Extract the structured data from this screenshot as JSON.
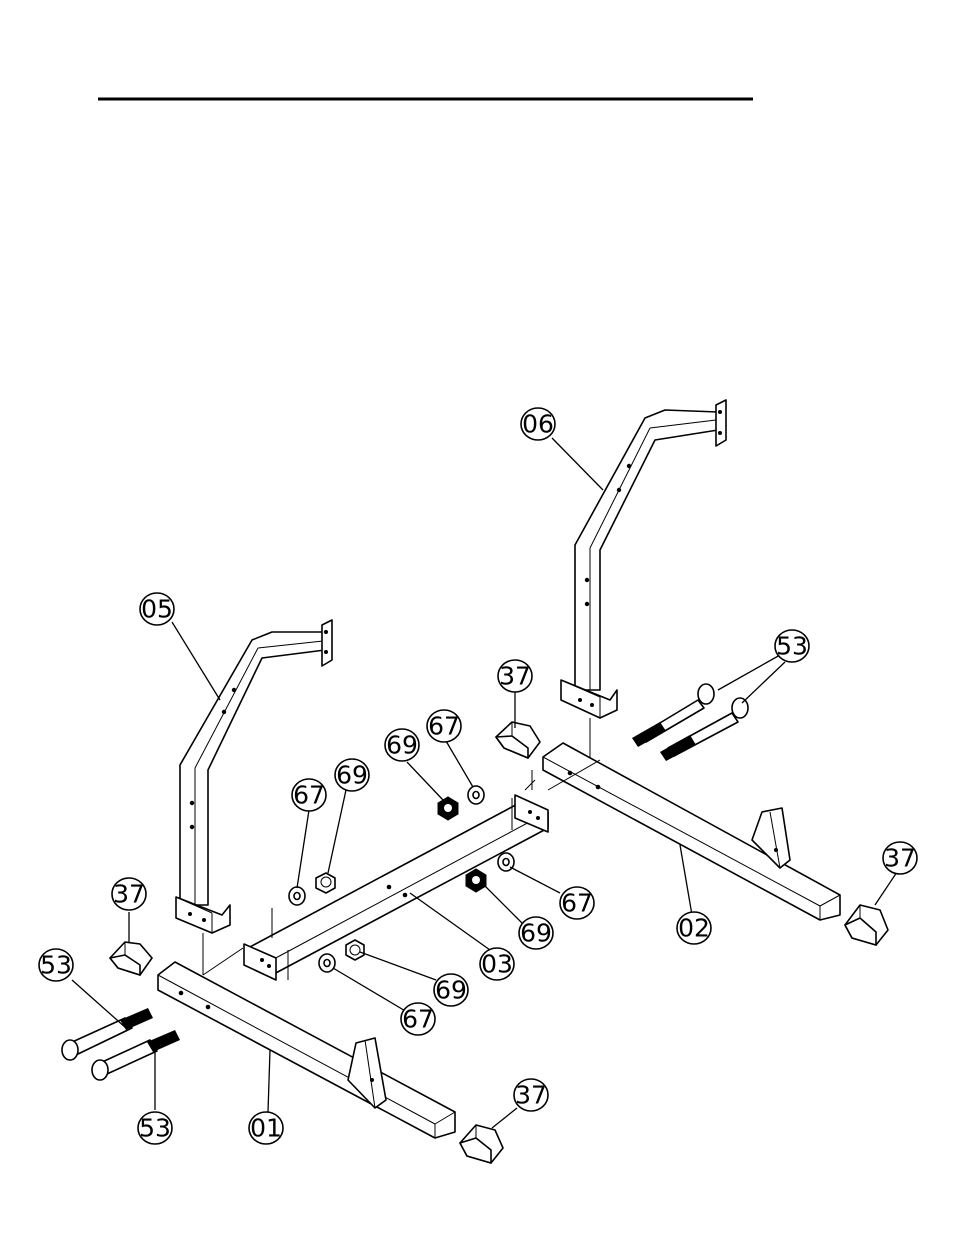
{
  "callouts": [
    {
      "id": "c06",
      "label": "06"
    },
    {
      "id": "c05",
      "label": "05"
    },
    {
      "id": "c53a",
      "label": "53"
    },
    {
      "id": "c37a",
      "label": "37"
    },
    {
      "id": "c69a",
      "label": "69"
    },
    {
      "id": "c67a",
      "label": "67"
    },
    {
      "id": "c67b",
      "label": "67"
    },
    {
      "id": "c69b",
      "label": "69"
    },
    {
      "id": "c37b",
      "label": "37"
    },
    {
      "id": "c67c",
      "label": "67"
    },
    {
      "id": "c69c",
      "label": "69"
    },
    {
      "id": "c02",
      "label": "02"
    },
    {
      "id": "c03",
      "label": "03"
    },
    {
      "id": "c37c",
      "label": "37"
    },
    {
      "id": "c69d",
      "label": "69"
    },
    {
      "id": "c67d",
      "label": "67"
    },
    {
      "id": "c53b",
      "label": "53"
    },
    {
      "id": "c53c",
      "label": "53"
    },
    {
      "id": "c01",
      "label": "01"
    },
    {
      "id": "c37d",
      "label": "37"
    }
  ]
}
